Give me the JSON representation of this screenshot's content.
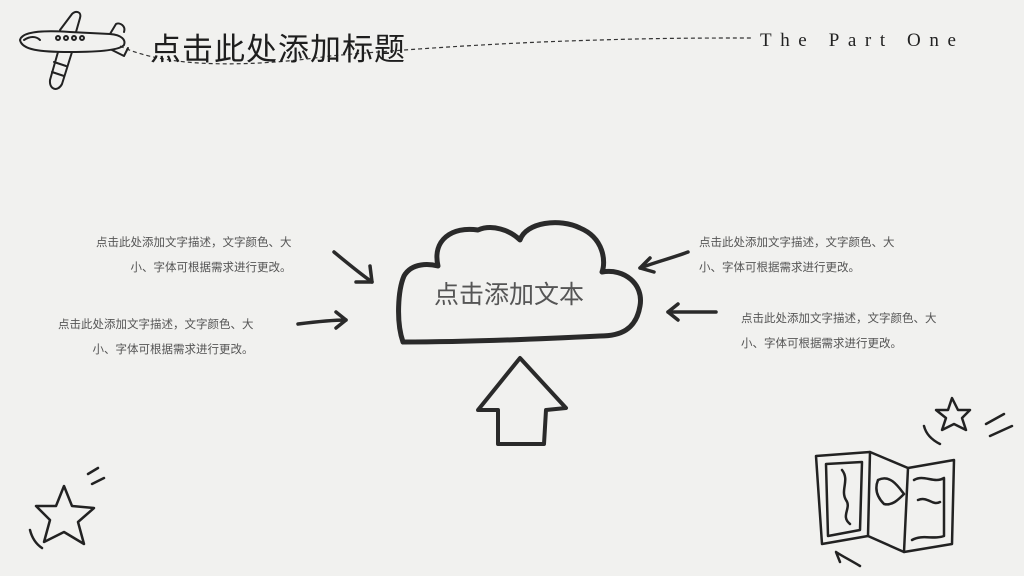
{
  "header": {
    "title": "点击此处添加标题",
    "part_label": "The Part One"
  },
  "center": {
    "label": "点击添加文本"
  },
  "descriptions": [
    {
      "line1": "点击此处添加文字描述，文字颜色、大",
      "line2": "小、字体可根据需求进行更改。"
    },
    {
      "line1": "点击此处添加文字描述，文字颜色、大",
      "line2": "小、字体可根据需求进行更改。"
    },
    {
      "line1": "点击此处添加文字描述，文字颜色、大",
      "line2": "小、字体可根据需求进行更改。"
    },
    {
      "line1": "点击此处添加文字描述，文字颜色、大",
      "line2": "小、字体可根据需求进行更改。"
    }
  ],
  "icons": [
    "airplane-icon",
    "cloud-icon",
    "up-arrow-icon",
    "star-icon",
    "map-icon"
  ],
  "colors": {
    "background": "#f1f1ef",
    "ink": "#2a2a2a",
    "text": "#555555"
  }
}
